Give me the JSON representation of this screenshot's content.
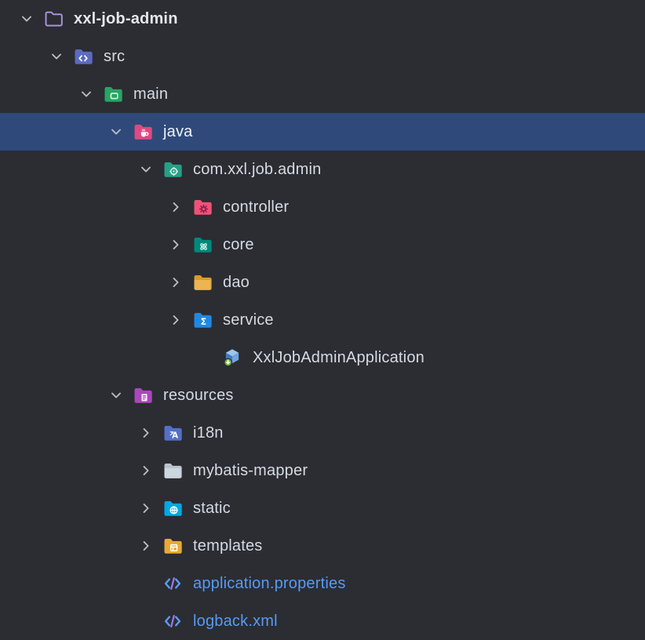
{
  "colors": {
    "background": "#2b2d33",
    "selection": "#2f4a7a",
    "text": "#d6dae1",
    "file_link": "#579af5",
    "chevron": "#b9bdc4"
  },
  "icon_colors": {
    "project_folder_outline": "#ad8ee0",
    "src_folder": "#5b6bc0",
    "main_folder": "#27a662",
    "java_folder": "#e2487f",
    "package_folder": "#26a086",
    "controller_folder": "#ef5277",
    "controller_badge": "#8f1f4e",
    "core_folder": "#00897b",
    "dao_folder_back": "#d8992f",
    "dao_folder_front": "#edb452",
    "service_folder": "#1e88e5",
    "resources_folder": "#ab47bc",
    "i18n_folder": "#5470c6",
    "plain_folder_back": "#b9c3cc",
    "plain_folder_front": "#ccd6df",
    "static_folder": "#00a9e0",
    "templates_folder": "#e8a933",
    "code_bracket": "#5b9cf5",
    "code_slash": "#9a7ae8",
    "class_cube_top": "#9dc6ee",
    "class_cube_left": "#4478be",
    "class_cube_right": "#6fa6e0",
    "class_run_badge": "#77b53f"
  },
  "tree": {
    "items": [
      {
        "label": "xxl-job-admin",
        "level": 0,
        "chevron": "expanded",
        "icon": "project-folder-icon",
        "bold": true
      },
      {
        "label": "src",
        "level": 1,
        "chevron": "expanded",
        "icon": "src-folder-icon"
      },
      {
        "label": "main",
        "level": 2,
        "chevron": "expanded",
        "icon": "main-folder-icon"
      },
      {
        "label": "java",
        "level": 3,
        "chevron": "expanded",
        "icon": "java-folder-icon",
        "selected": true
      },
      {
        "label": "com.xxl.job.admin",
        "level": 4,
        "chevron": "expanded",
        "icon": "package-folder-icon"
      },
      {
        "label": "controller",
        "level": 5,
        "chevron": "collapsed",
        "icon": "controller-folder-icon"
      },
      {
        "label": "core",
        "level": 5,
        "chevron": "collapsed",
        "icon": "core-folder-icon"
      },
      {
        "label": "dao",
        "level": 5,
        "chevron": "collapsed",
        "icon": "dao-folder-icon"
      },
      {
        "label": "service",
        "level": 5,
        "chevron": "collapsed",
        "icon": "service-folder-icon"
      },
      {
        "label": "XxlJobAdminApplication",
        "level": 5,
        "chevron": "none",
        "icon": "java-class-icon",
        "extra_indent": 1
      },
      {
        "label": "resources",
        "level": 3,
        "chevron": "expanded",
        "icon": "resources-folder-icon"
      },
      {
        "label": "i18n",
        "level": 4,
        "chevron": "collapsed",
        "icon": "i18n-folder-icon"
      },
      {
        "label": "mybatis-mapper",
        "level": 4,
        "chevron": "collapsed",
        "icon": "plain-folder-icon"
      },
      {
        "label": "static",
        "level": 4,
        "chevron": "collapsed",
        "icon": "static-folder-icon"
      },
      {
        "label": "templates",
        "level": 4,
        "chevron": "collapsed",
        "icon": "templates-folder-icon"
      },
      {
        "label": "application.properties",
        "level": 4,
        "chevron": "none",
        "icon": "code-file-icon",
        "link": true
      },
      {
        "label": "logback.xml",
        "level": 4,
        "chevron": "none",
        "icon": "code-file-icon",
        "link": true
      }
    ]
  }
}
